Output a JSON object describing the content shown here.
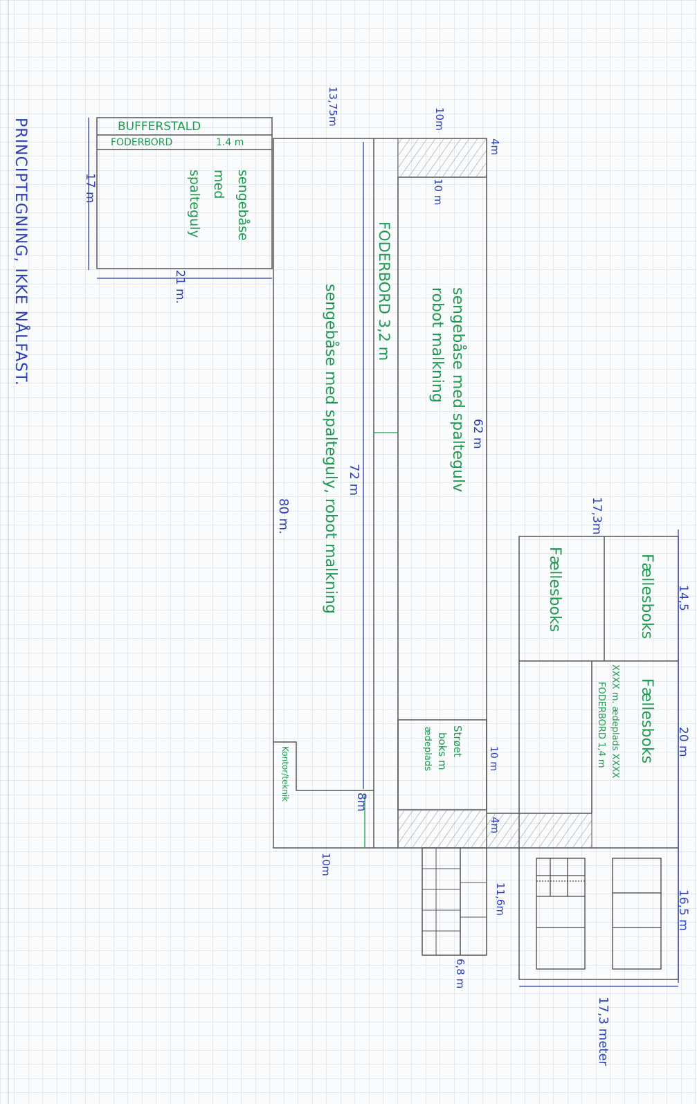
{
  "colors": {
    "grid": "#c9d3df",
    "pencil": "#555555",
    "green_ink": "#1d9a4d",
    "blue_ink": "#2b3fb8",
    "paper": "#fbfcfd"
  },
  "title": "PRINCIPTEGNING, IKKE NÅLFAST.",
  "bufferstald": {
    "label": "BUFFERSTALD",
    "foderbord": "FODERBORD",
    "foderbord_width": "1.4 m",
    "sengebaase_lines": [
      "sengebåse",
      "med",
      "spalteguly"
    ],
    "height": "17 m",
    "width": "21 m."
  },
  "main_barn": {
    "top_width": "13,75m",
    "length_total": "80 m.",
    "length_inner": "72 m",
    "sengebaase_left": "sengebåse med spalteguly, robot malkning",
    "foderbord": "FODERBORD 3,2 m",
    "right_label_line1": "sengebåse med spaltegulv",
    "right_label_line2": "robot malkning",
    "right_length": "62 m",
    "corner_top": "10m",
    "corner_width": "10 m",
    "corner_side": "4m",
    "kontor": "Kontor/teknik",
    "kontor_dim": "8m",
    "bottom_dim": "10m",
    "strobox_lines": [
      "Strøet",
      "boks m",
      "ædeplads"
    ],
    "strobox_dim": "10 m",
    "lower_hatch_dim": "4m",
    "stairs_dim": "11,6m",
    "stairs_width": "6,8 m"
  },
  "annex": {
    "top_dim": "17,3m",
    "seg1": "14,5",
    "seg2": "20 m",
    "seg3": "16,5 m",
    "bottom_dim": "17,3 meter",
    "faellesboks_left": "Fællesboks",
    "faellesboks_right1": "Fællesboks",
    "faellesboks_right2": "Fællesboks",
    "aedeplads_note": "XXXX m. ædeplads XXXX",
    "foderbord_note": "FODERBORD 1,4 m"
  }
}
